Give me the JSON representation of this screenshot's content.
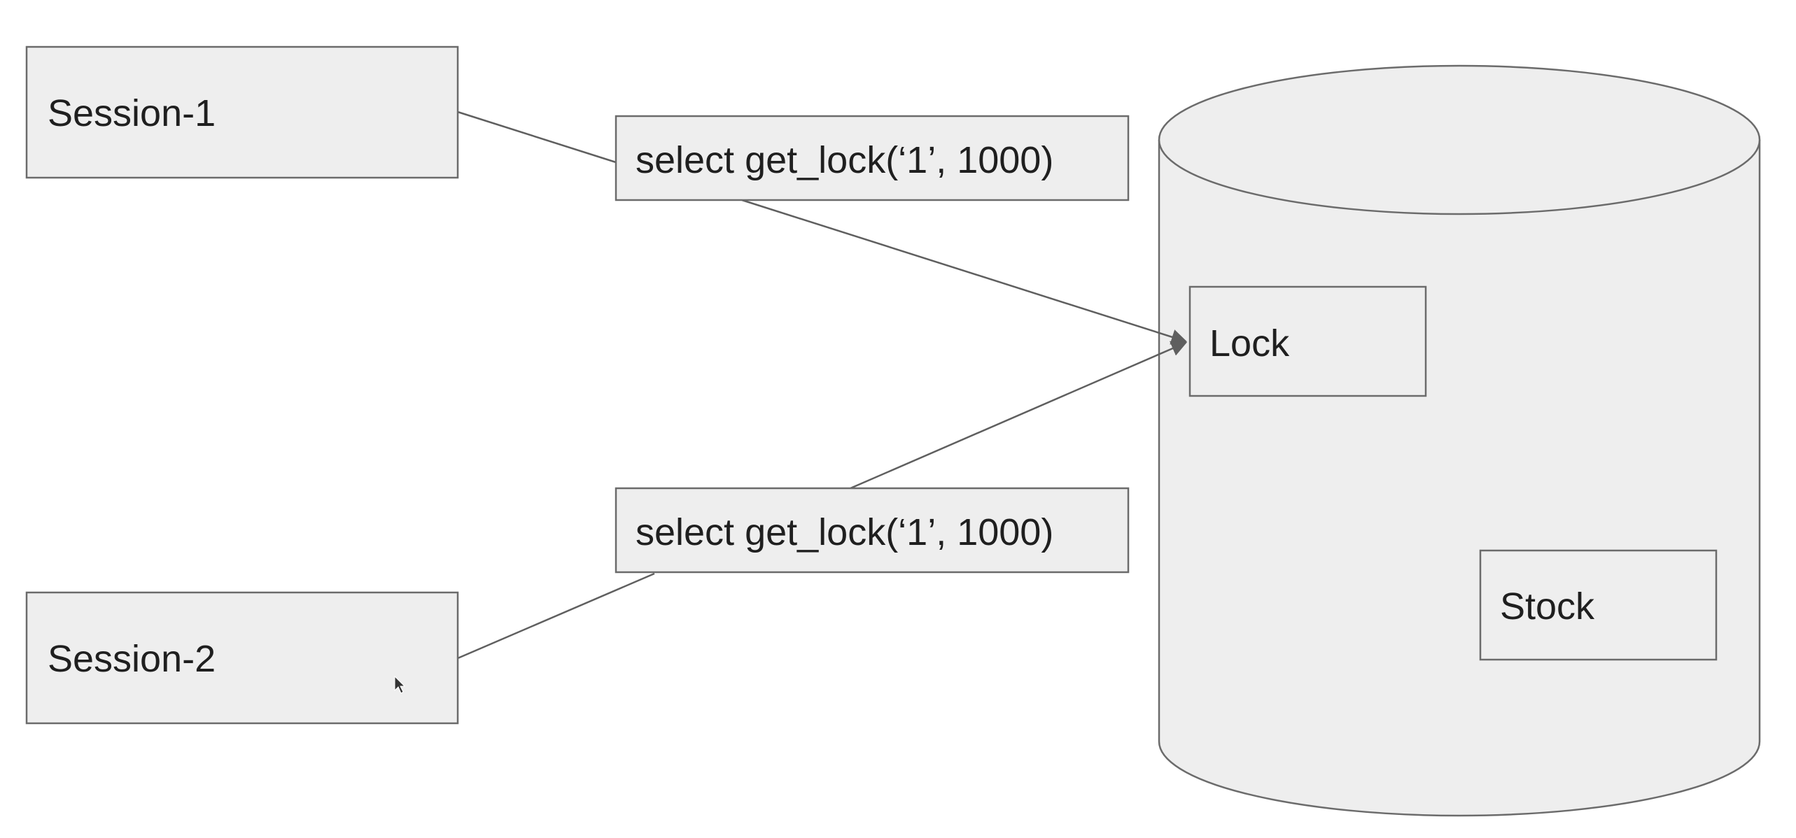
{
  "nodes": {
    "session_1": "Session-1",
    "session_2": "Session-2",
    "query_1": "select get_lock(‘1’, 1000)",
    "query_2": "select get_lock(‘1’, 1000)",
    "lock": "Lock",
    "stock": "Stock"
  },
  "colors": {
    "box_fill": "#eeeeee",
    "box_stroke": "#6b6b6b",
    "edge": "#5f5f5f",
    "text": "#1f1f1f"
  },
  "icons": {
    "cursor": "mouse-pointer-icon",
    "arrowhead": "arrowhead-icon"
  }
}
